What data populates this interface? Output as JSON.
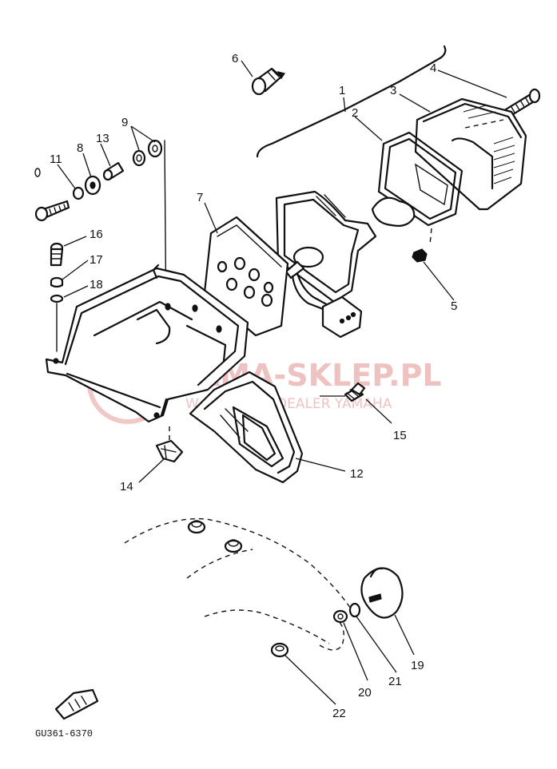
{
  "part_numbers": [
    "1",
    "2",
    "3",
    "4",
    "5",
    "6",
    "7",
    "8",
    "9",
    "11",
    "12",
    "13",
    "14",
    "15",
    "16",
    "17",
    "18",
    "19",
    "20",
    "21",
    "22"
  ],
  "watermark": {
    "main": "YAMA-SKLEP.PL",
    "sub": "W.     NOWICZ - DEALER YAMAHA"
  },
  "diagram_code": "GU361-6370",
  "icons": [
    "fwd-arrow-icon",
    "watermark-logo-icon"
  ]
}
